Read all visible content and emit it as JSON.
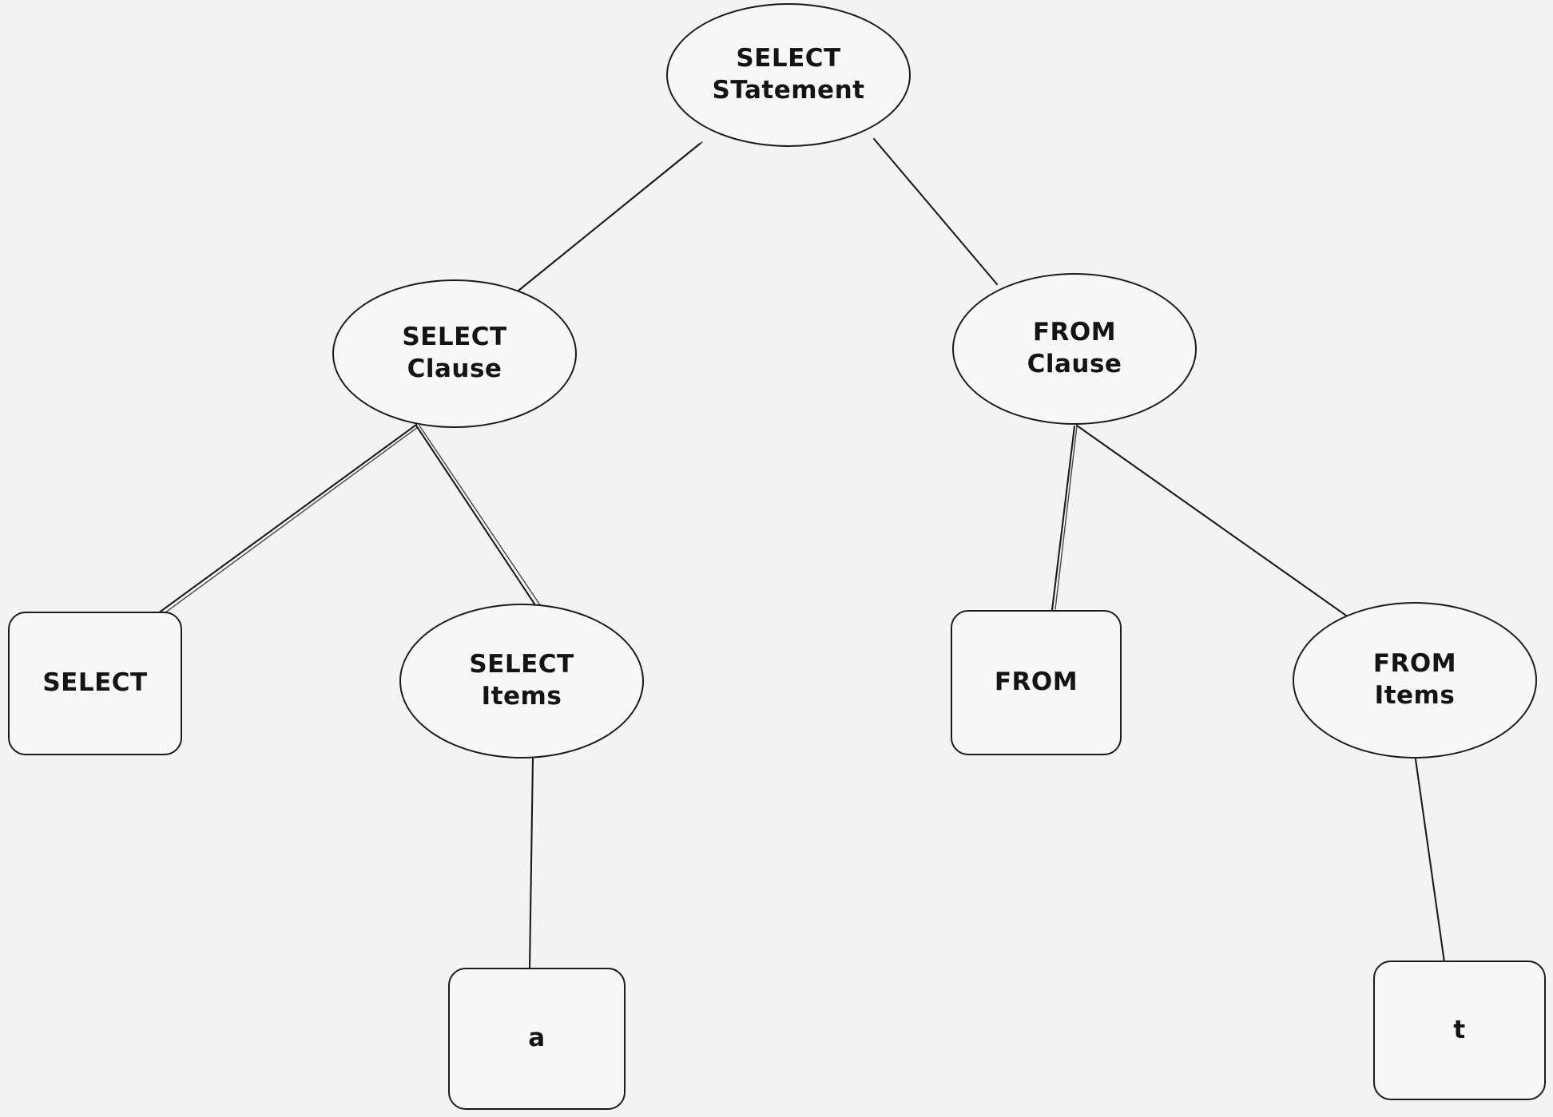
{
  "diagram": {
    "title": "SQL SELECT statement parse tree",
    "background_color": "#f2f3f5",
    "stroke_color": "#1b1b1b",
    "node_fill": "#f6f7f8",
    "nodes": [
      {
        "id": "select-statement",
        "label": "SELECT\nSTatement",
        "shape": "ellipse"
      },
      {
        "id": "select-clause",
        "label": "SELECT\nClause",
        "shape": "ellipse"
      },
      {
        "id": "from-clause",
        "label": "FROM\nClause",
        "shape": "ellipse"
      },
      {
        "id": "select-keyword",
        "label": "SELECT",
        "shape": "rectangle"
      },
      {
        "id": "select-items",
        "label": "SELECT\nItems",
        "shape": "ellipse"
      },
      {
        "id": "from-keyword",
        "label": "FROM",
        "shape": "rectangle"
      },
      {
        "id": "from-items",
        "label": "FROM\nItems",
        "shape": "ellipse"
      },
      {
        "id": "column-a",
        "label": "a",
        "shape": "rectangle"
      },
      {
        "id": "table-t",
        "label": "t",
        "shape": "rectangle"
      }
    ],
    "edges": [
      {
        "from": "select-statement",
        "to": "select-clause"
      },
      {
        "from": "select-statement",
        "to": "from-clause"
      },
      {
        "from": "select-clause",
        "to": "select-keyword"
      },
      {
        "from": "select-clause",
        "to": "select-items"
      },
      {
        "from": "from-clause",
        "to": "from-keyword"
      },
      {
        "from": "from-clause",
        "to": "from-items"
      },
      {
        "from": "select-items",
        "to": "column-a"
      },
      {
        "from": "from-items",
        "to": "table-t"
      }
    ]
  }
}
